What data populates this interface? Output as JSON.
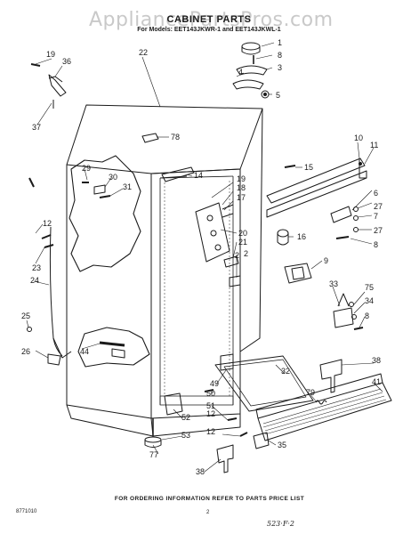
{
  "watermark": "AppliancePartsPros.com",
  "title": "CABINET PARTS",
  "subtitle": "For Models: EET143JKWR-1 and EET143JKWL-1",
  "footer": "FOR ORDERING INFORMATION REFER TO PARTS PRICE LIST",
  "drawing_code": "8771010",
  "page_number": "2",
  "handwritten_note": "523·F·2",
  "callouts": [
    "1",
    "8",
    "3",
    "4",
    "5",
    "2",
    "19",
    "36",
    "37",
    "22",
    "78",
    "10",
    "11",
    "15",
    "14",
    "19",
    "18",
    "17",
    "6",
    "27",
    "7",
    "27",
    "8",
    "29",
    "30",
    "31",
    "12",
    "23",
    "24",
    "16",
    "20",
    "21",
    "2",
    "9",
    "33",
    "75",
    "34",
    "8",
    "25",
    "26",
    "44",
    "49",
    "32",
    "38",
    "50",
    "51",
    "12",
    "79",
    "41",
    "52",
    "53",
    "77",
    "12",
    "35",
    "38"
  ],
  "colors": {
    "line": "#1a1a1a",
    "paper": "#ffffff",
    "watermark": "#c9c9c9"
  }
}
